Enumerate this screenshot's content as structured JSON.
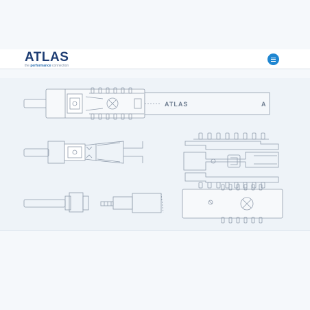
{
  "header": {
    "logo": {
      "word": "ATLAS",
      "tag_prefix": "the ",
      "tag_strong": "performance",
      "tag_suffix": " connection"
    },
    "menu_icon": "hamburger-icon"
  },
  "hero": {
    "label_main": "ATLAS",
    "label_small": "A"
  },
  "colors": {
    "brand": "#1e3d73",
    "accent": "#1f86d1",
    "line": "#8f9bab",
    "background": "#eef3f8"
  }
}
